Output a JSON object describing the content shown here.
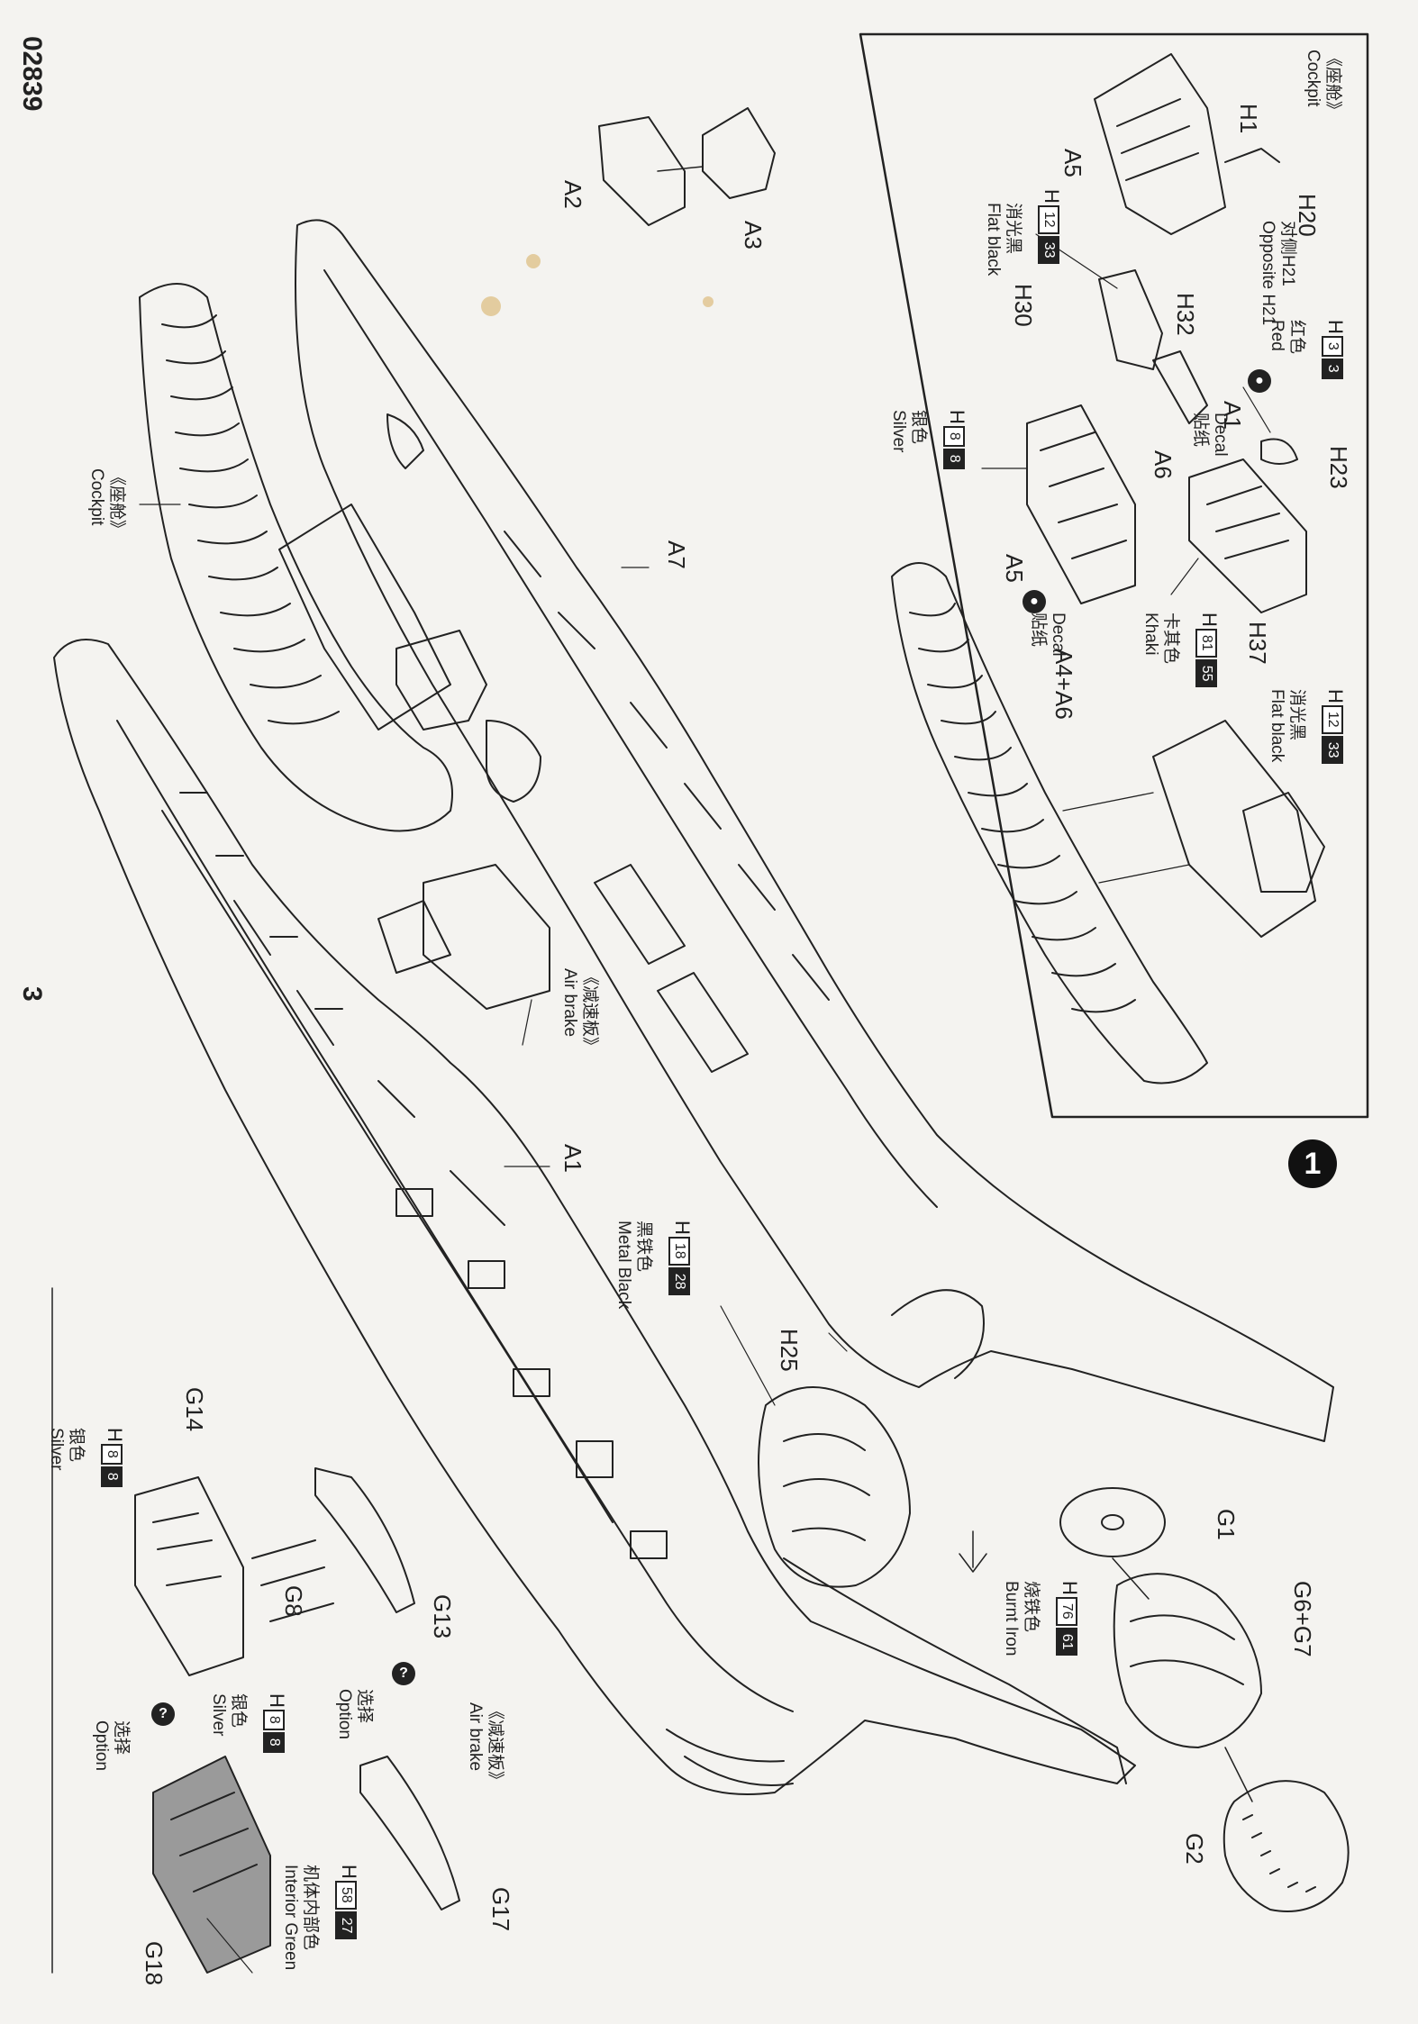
{
  "header": {
    "doc_number": "02839",
    "page_number": "3"
  },
  "step": {
    "number": "1"
  },
  "inset": {
    "labels": {
      "cockpit": "《座舱》\nCockpit",
      "a5_top": "A5",
      "h1": "H1",
      "h20": "H20",
      "opposite_h21": "对侧H21\nOpposite H21",
      "h30": "H30",
      "h32": "H32",
      "a1_decal": "A1",
      "decal": "Decal\n贴纸",
      "a6": "A6",
      "h23": "H23",
      "a5_mid": "A5",
      "decal2": "Decal\n贴纸",
      "h37": "H37",
      "a4_a6": "A4+A6"
    },
    "colors": {
      "flat_black_1": {
        "prefix": "H",
        "code1": "12",
        "code2": "33",
        "name": "消光黑\nFlat black"
      },
      "red": {
        "prefix": "H",
        "code1": "3",
        "code2": "3",
        "name": "红色\nRed"
      },
      "silver_1": {
        "prefix": "H",
        "code1": "8",
        "code2": "8",
        "name": "银色\nSilver"
      },
      "khaki": {
        "prefix": "H",
        "code1": "81",
        "code2": "55",
        "name": "卡其色\nKhaki"
      },
      "flat_black_2": {
        "prefix": "H",
        "code1": "12",
        "code2": "33",
        "name": "消光黑\nFlat black"
      }
    }
  },
  "main": {
    "labels": {
      "a2": "A2",
      "a3": "A3",
      "cockpit": "《座舱》\nCockpit",
      "a7": "A7",
      "air_brake": "《减速板》\nAir brake",
      "a1": "A1",
      "h25": "H25",
      "g1": "G1",
      "g6_g7": "G6+G7",
      "g2": "G2",
      "g14": "G14",
      "g8": "G8",
      "g13": "G13",
      "option_1": "选择\nOption",
      "option_2": "选择\nOption",
      "air_brake_2": "《减速板》\nAir brake",
      "g17": "G17",
      "g18": "G18"
    },
    "colors": {
      "metal_black": {
        "prefix": "H",
        "code1": "18",
        "code2": "28",
        "name": "黑铁色\nMetal Black"
      },
      "burnt_iron": {
        "prefix": "H",
        "code1": "76",
        "code2": "61",
        "name": "烧铁色\nBurnt Iron"
      },
      "silver_2": {
        "prefix": "H",
        "code1": "8",
        "code2": "8",
        "name": "银色\nSilver"
      },
      "silver_3": {
        "prefix": "H",
        "code1": "8",
        "code2": "8",
        "name": "银色\nSilver"
      },
      "interior_green": {
        "prefix": "H",
        "code1": "58",
        "code2": "27",
        "name": "机体内部色\nInterior Green"
      }
    },
    "badges": {
      "option_mark": "?"
    }
  },
  "palette": {
    "ink": "#222222",
    "paper": "#f4f3f0",
    "stain": "#d9b36a"
  }
}
